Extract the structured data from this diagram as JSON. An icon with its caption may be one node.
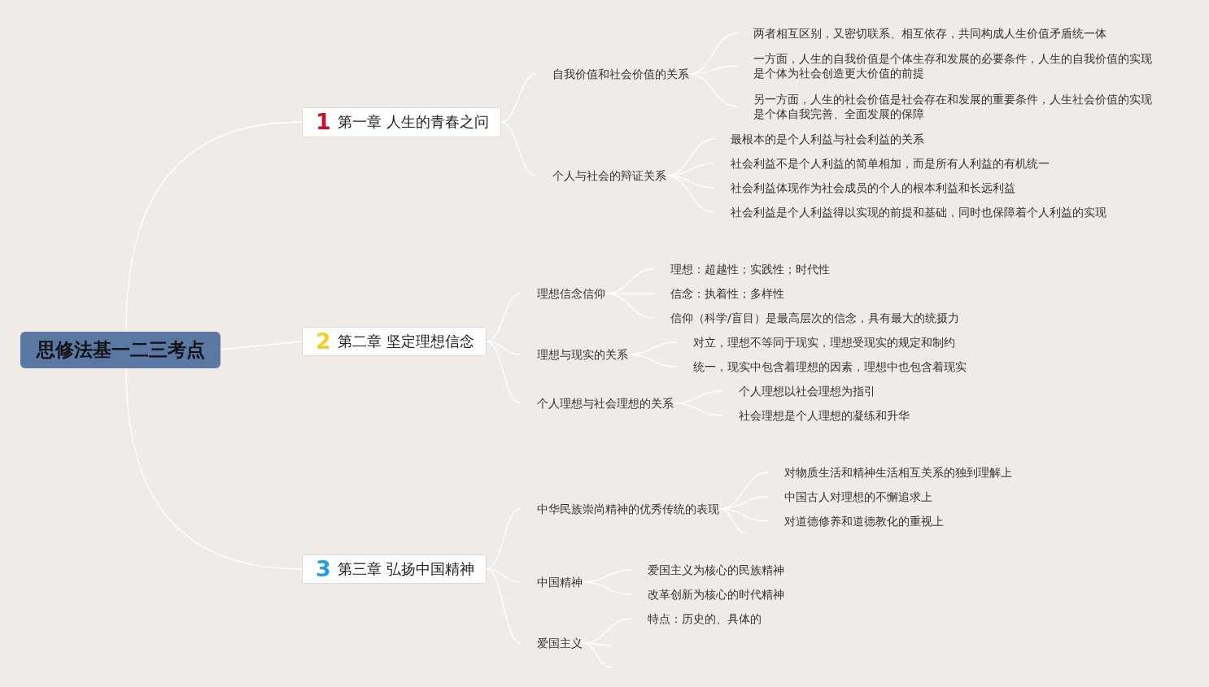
{
  "diagram": {
    "nodes": [
      {
        "text": [
          "思修法基一二三考点"
        ]
      },
      {
        "text": [
          "1",
          "第一章 人生的青春之问"
        ]
      },
      {
        "text": [
          "自我价值和社会价值的关系"
        ]
      },
      {
        "text": [
          "两者相互区别，又密切联系、相互依存，共同构成人生价值矛盾统一体"
        ]
      },
      {
        "text": [
          "一方面，人生的自我价值是个体生存和发展的必要条件，人生的自我价值的实现是个体为社会创造更大价值的前提"
        ]
      },
      {
        "text": [
          "另一方面，人生的社会价值是社会存在和发展的重要条件，人生社会价值的实现是个体自我完善、全面发展的保障"
        ]
      },
      {
        "text": [
          "个人与社会的辩证关系"
        ]
      },
      {
        "text": [
          "最根本的是个人利益与社会利益的关系"
        ]
      },
      {
        "text": [
          "社会利益不是个人利益的简单相加，而是所有人利益的有机统一"
        ]
      },
      {
        "text": [
          "社会利益体现作为社会成员的个人的根本利益和长远利益"
        ]
      },
      {
        "text": [
          "社会利益是个人利益得以实现的前提和基础，同时也保障着个人利益的实现"
        ]
      },
      {
        "text": [
          "2",
          "第二章 坚定理想信念"
        ]
      },
      {
        "text": [
          "理想信念信仰"
        ]
      },
      {
        "text": [
          "理想：超越性；实践性；时代性"
        ]
      },
      {
        "text": [
          "信念：执着性；多样性"
        ]
      },
      {
        "text": [
          "信仰（科学/盲目）是最高层次的信念，具有最大的统摄力"
        ]
      },
      {
        "text": [
          "理想与现实的关系"
        ]
      },
      {
        "text": [
          "对立，理想不等同于现实，理想受现实的规定和制约"
        ]
      },
      {
        "text": [
          "统一，现实中包含着理想的因素，理想中也包含着现实"
        ]
      },
      {
        "text": [
          "个人理想与社会理想的关系"
        ]
      },
      {
        "text": [
          "个人理想以社会理想为指引"
        ]
      },
      {
        "text": [
          "社会理想是个人理想的凝练和升华"
        ]
      },
      {
        "text": [
          "3",
          "第三章 弘扬中国精神"
        ]
      },
      {
        "text": [
          "中华民族崇尚精神的优秀传统的表现"
        ]
      },
      {
        "text": [
          "对物质生活和精神生活相互关系的独到理解上"
        ]
      },
      {
        "text": [
          "中国古人对理想的不懈追求上"
        ]
      },
      {
        "text": [
          "对道德修养和道德教化的重视上"
        ]
      },
      {
        "text": [
          "中国精神"
        ]
      },
      {
        "text": [
          "爱国主义为核心的民族精神"
        ]
      },
      {
        "text": [
          "改革创新为核心的时代精神"
        ]
      },
      {
        "text": [
          "爱国主义"
        ]
      },
      {
        "text": [
          "特点：历史的、具体的"
        ]
      }
    ],
    "edges": [
      {
        "from": 0,
        "to": 1,
        "arrow": "none"
      },
      {
        "from": 0,
        "to": 11,
        "arrow": "none"
      },
      {
        "from": 0,
        "to": 22,
        "arrow": "none"
      },
      {
        "from": 1,
        "to": 2,
        "arrow": "none"
      },
      {
        "from": 1,
        "to": 6,
        "arrow": "none"
      },
      {
        "from": 2,
        "to": 3,
        "arrow": "none"
      },
      {
        "from": 2,
        "to": 4,
        "arrow": "none"
      },
      {
        "from": 2,
        "to": 5,
        "arrow": "none"
      },
      {
        "from": 6,
        "to": 7,
        "arrow": "none"
      },
      {
        "from": 6,
        "to": 8,
        "arrow": "none"
      },
      {
        "from": 6,
        "to": 9,
        "arrow": "none"
      },
      {
        "from": 6,
        "to": 10,
        "arrow": "none"
      },
      {
        "from": 11,
        "to": 12,
        "arrow": "none"
      },
      {
        "from": 11,
        "to": 16,
        "arrow": "none"
      },
      {
        "from": 11,
        "to": 19,
        "arrow": "none"
      },
      {
        "from": 12,
        "to": 13,
        "arrow": "none"
      },
      {
        "from": 12,
        "to": 14,
        "arrow": "none"
      },
      {
        "from": 12,
        "to": 15,
        "arrow": "none"
      },
      {
        "from": 16,
        "to": 17,
        "arrow": "none"
      },
      {
        "from": 16,
        "to": 18,
        "arrow": "none"
      },
      {
        "from": 19,
        "to": 20,
        "arrow": "none"
      },
      {
        "from": 19,
        "to": 21,
        "arrow": "none"
      },
      {
        "from": 22,
        "to": 23,
        "arrow": "none"
      },
      {
        "from": 22,
        "to": 27,
        "arrow": "none"
      },
      {
        "from": 22,
        "to": 30,
        "arrow": "none"
      },
      {
        "from": 23,
        "to": 24,
        "arrow": "none"
      },
      {
        "from": 23,
        "to": 25,
        "arrow": "none"
      },
      {
        "from": 23,
        "to": 26,
        "arrow": "none"
      },
      {
        "from": 23,
        "to": null,
        "arrow": "none"
      },
      {
        "from": 27,
        "to": 28,
        "arrow": "none"
      },
      {
        "from": 27,
        "to": 29,
        "arrow": "none"
      },
      {
        "from": 30,
        "to": 31,
        "arrow": "none"
      },
      {
        "from": 30,
        "to": null,
        "arrow": "none"
      },
      {
        "from": 30,
        "to": null,
        "arrow": "none"
      }
    ]
  }
}
